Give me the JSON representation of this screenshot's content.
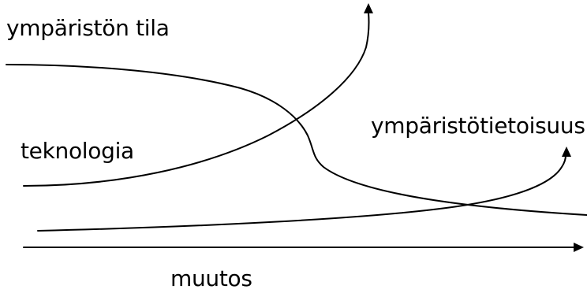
{
  "labels": {
    "environment_state": "ympäristön tila",
    "technology": "teknologia",
    "environmental_awareness": "ympäristötietoisuus",
    "change": "muutos"
  },
  "colors": {
    "background": "#ffffff",
    "ink": "#000000"
  }
}
